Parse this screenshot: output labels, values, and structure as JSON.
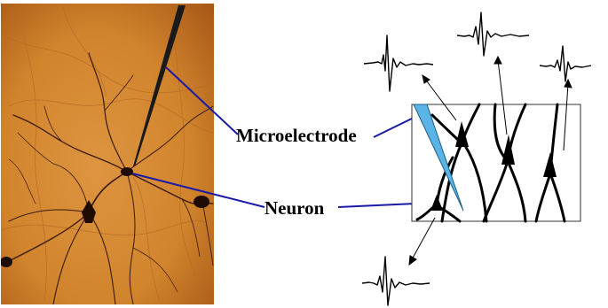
{
  "labels": {
    "microelectrode": "Microelectrode",
    "neuron": "Neuron"
  },
  "colors": {
    "micrograph_background": "#d4862e",
    "neuron_stain": "#2a1205",
    "pointer_lines": "#1a1aa8",
    "electrode_tip": "#5ab4e6"
  },
  "panels": {
    "photo": "photomicrograph of stained neurons with an inserted microelectrode",
    "schematic": "schematic of neurons with electrode tip and recorded spike waveforms"
  }
}
